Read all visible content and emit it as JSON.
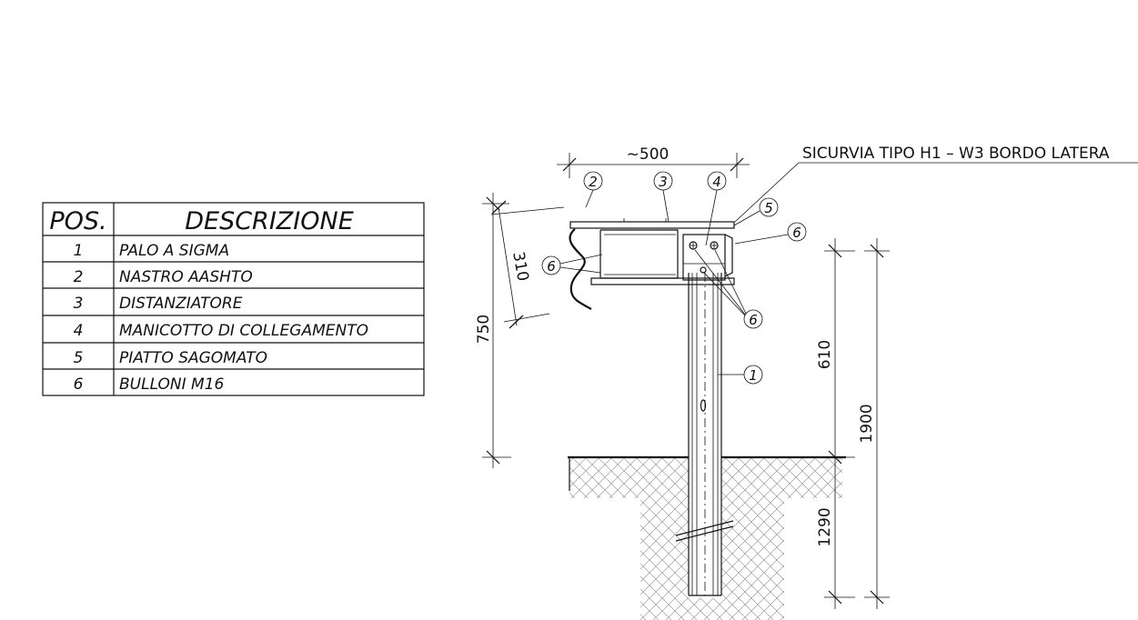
{
  "title": "SICURVIA TIPO H1 – W3 BORDO LATERA",
  "table": {
    "headers": {
      "pos": "POS.",
      "desc": "DESCRIZIONE"
    },
    "rows": [
      {
        "pos": "1",
        "desc": "PALO A SIGMA"
      },
      {
        "pos": "2",
        "desc": "NASTRO AASHTO"
      },
      {
        "pos": "3",
        "desc": "DISTANZIATORE"
      },
      {
        "pos": "4",
        "desc": "MANICOTTO DI COLLEGAMENTO"
      },
      {
        "pos": "5",
        "desc": "PIATTO SAGOMATO"
      },
      {
        "pos": "6",
        "desc": "BULLONI M16"
      }
    ]
  },
  "dimensions": {
    "width_top": "~500",
    "h310": "310",
    "h750": "750",
    "h610": "610",
    "h1900": "1900",
    "h1290": "1290"
  },
  "callouts": {
    "c1": "1",
    "c2": "2",
    "c3": "3",
    "c4": "4",
    "c5": "5",
    "c6a": "6",
    "c6b": "6",
    "c6c": "6"
  }
}
